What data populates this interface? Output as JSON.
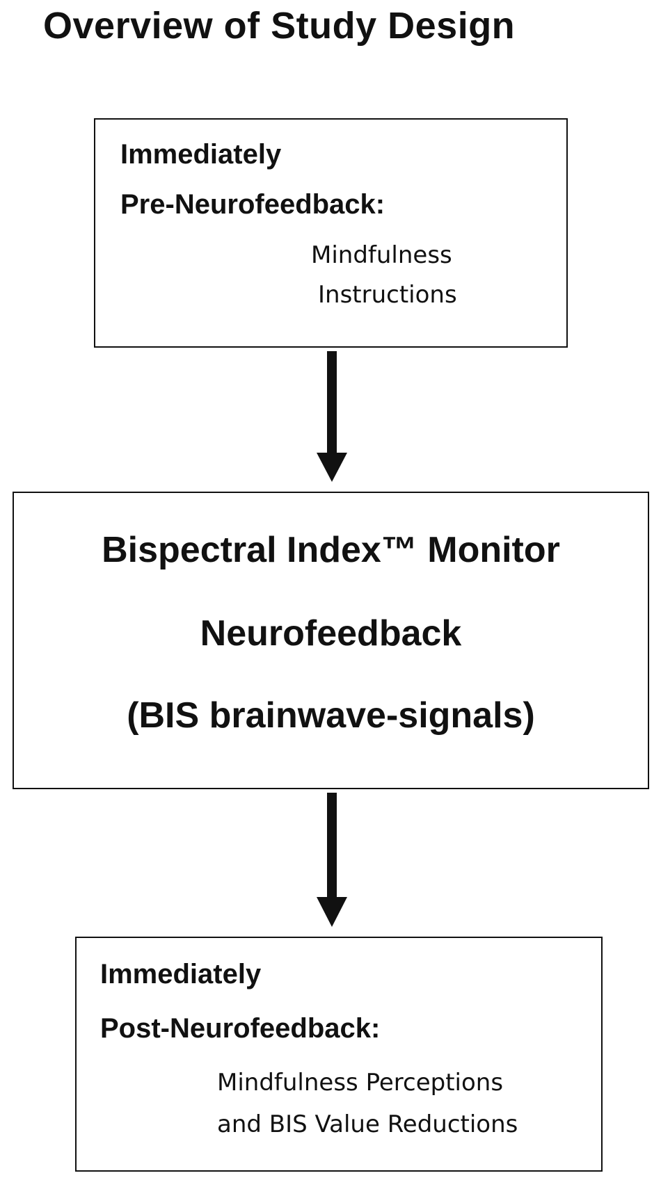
{
  "title": "Overview of Study Design",
  "boxes": {
    "pre": {
      "line1": "Immediately",
      "line2": "Pre-Neurofeedback:",
      "detail1": "Mindfulness",
      "detail2": "Instructions"
    },
    "main": {
      "line1": "Bispectral Index™ Monitor",
      "line2": "Neurofeedback",
      "line3": "(BIS brainwave-signals)"
    },
    "post": {
      "line1": "Immediately",
      "line2": "Post-Neurofeedback:",
      "detail1": "Mindfulness Perceptions",
      "detail2": "and BIS Value Reductions"
    }
  },
  "colors": {
    "stroke": "#111111",
    "background": "#ffffff"
  }
}
